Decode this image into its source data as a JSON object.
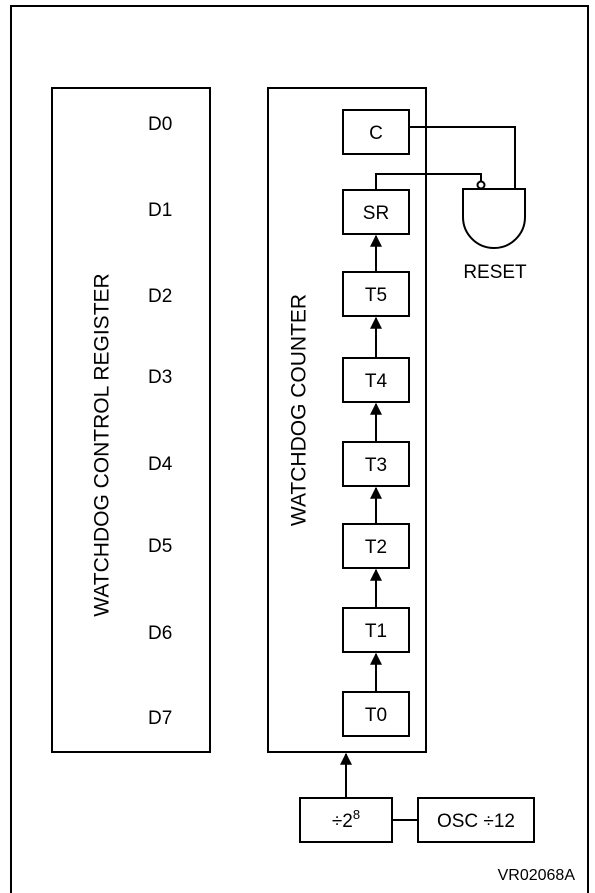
{
  "register": {
    "title": "WATCHDOG CONTROL REGISTER",
    "bits": [
      "D0",
      "D1",
      "D2",
      "D3",
      "D4",
      "D5",
      "D6",
      "D7"
    ]
  },
  "counter": {
    "title": "WATCHDOG COUNTER",
    "stages": [
      "C",
      "SR",
      "T5",
      "T4",
      "T3",
      "T2",
      "T1",
      "T0"
    ]
  },
  "reset_gate": {
    "label": "RESET"
  },
  "prescaler": {
    "base": "÷2",
    "exponent": "8"
  },
  "oscillator": {
    "label": "OSC ÷12"
  },
  "figure_id": "VR02068A"
}
